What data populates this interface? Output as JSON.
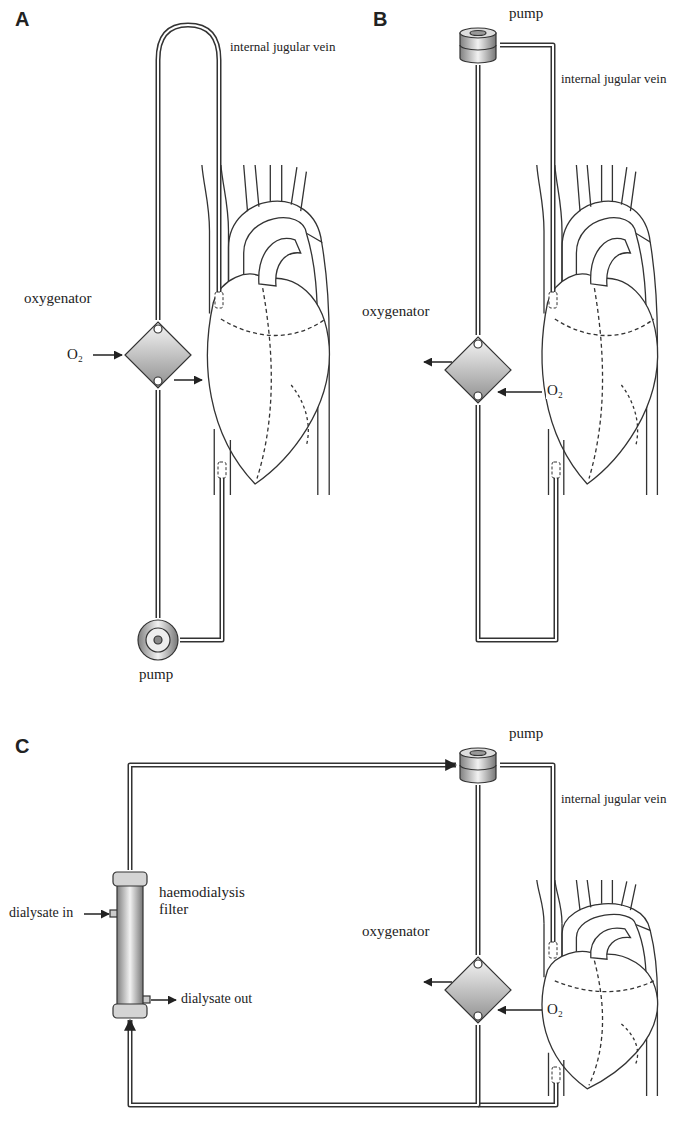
{
  "diagram": {
    "nodes": [
      {
        "text": [
          "oxygenator"
        ]
      },
      {
        "text": [
          "pump"
        ]
      },
      {
        "text": [
          "pump"
        ]
      },
      {
        "text": [
          "oxygenator"
        ]
      },
      {
        "text": [
          "pump"
        ]
      },
      {
        "text": [
          "haemodialysis filter"
        ]
      },
      {
        "text": [
          "oxygenator"
        ]
      }
    ],
    "edges": [
      {
        "from": 1,
        "to": 0,
        "arrow": "none"
      },
      {
        "from": 3,
        "to": 2,
        "arrow": "none"
      },
      {
        "from": 6,
        "to": 4,
        "arrow": "none"
      },
      {
        "from": 5,
        "to": 4,
        "arrow": "to"
      },
      {
        "from": 6,
        "to": 5,
        "arrow": "to"
      }
    ],
    "labels": [
      "A",
      "internal jugular vein",
      "O₂",
      "B",
      "internal jugular vein",
      "O₂",
      "C",
      "internal jugular vein",
      "O₂",
      "dialysate in",
      "dialysate out"
    ]
  }
}
